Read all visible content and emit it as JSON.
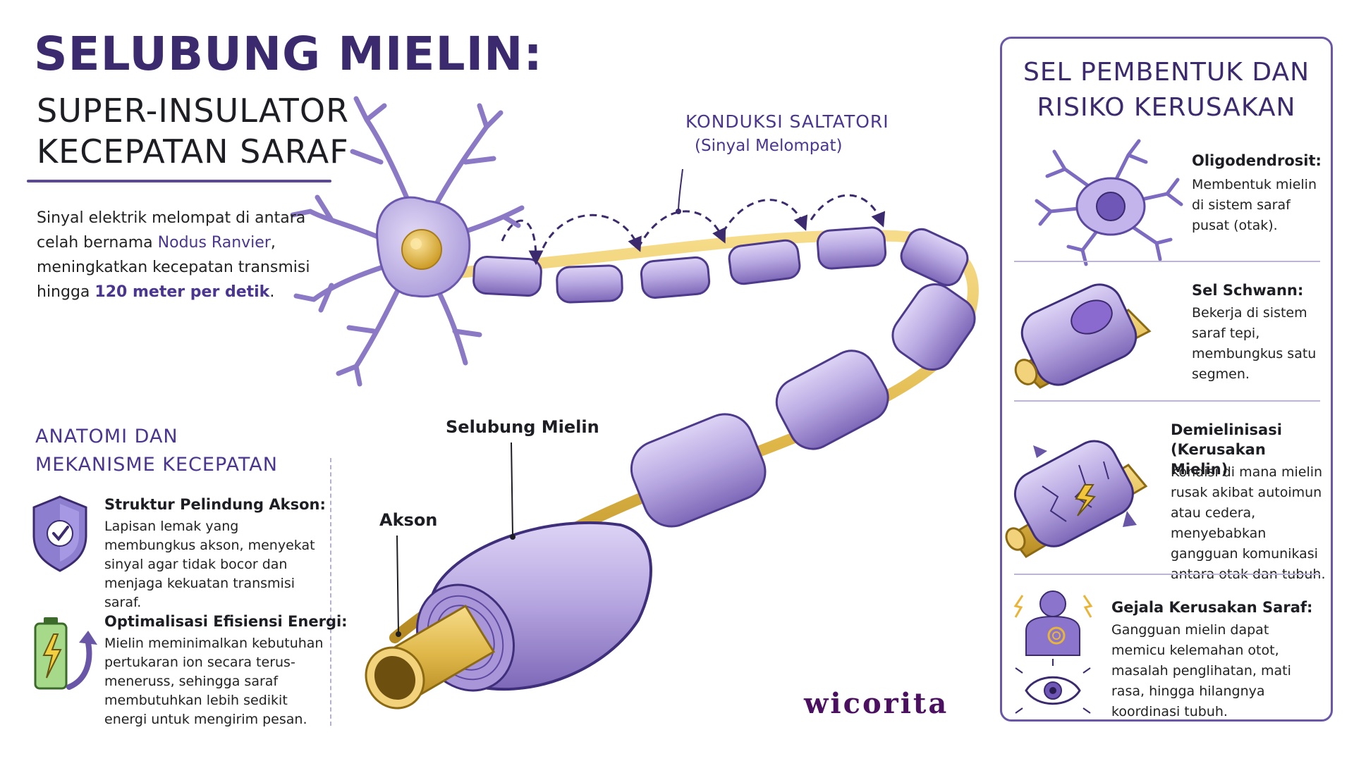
{
  "title": {
    "main": "SELUBUNG MIELIN:",
    "sub_line1": "SUPER-INSULATOR",
    "sub_line2": "KECEPATAN SARAF"
  },
  "intro": {
    "part1": "Sinyal elektrik melompat di antara celah bernama ",
    "highlight": "Nodus Ranvier",
    "part2": ", meningkatkan kecepatan transmisi hingga ",
    "highlight_bold": "120 meter per detik",
    "part3": "."
  },
  "diagram": {
    "conduction_label": "KONDUKSI SALTATORI",
    "conduction_sublabel": "(Sinyal Melompat)",
    "sheath_label": "Selubung Mielin",
    "axon_label": "Akson"
  },
  "anatomy": {
    "title_line1": "ANATOMI DAN",
    "title_line2": "MEKANISME KECEPATAN",
    "items": [
      {
        "icon": "shield-check-icon",
        "title": "Struktur Pelindung Akson:",
        "body": "Lapisan lemak yang membungkus akson, menyekat sinyal agar tidak bocor dan menjaga kekuatan transmisi saraf."
      },
      {
        "icon": "battery-energy-icon",
        "title": "Optimalisasi Efisiensi Energi:",
        "body": "Mielin meminimalkan kebutuhan pertukaran ion secara terus-meneruss, sehingga saraf membutuhkan lebih sedikit energi untuk mengirim pesan."
      }
    ]
  },
  "panel": {
    "title_line1": "SEL PEMBENTUK DAN",
    "title_line2": "RISIKO KERUSAKAN",
    "items": [
      {
        "icon": "oligodendrocyte-icon",
        "title": "Oligodendrosit:",
        "body": "Membentuk mielin di sistem saraf pusat (otak)."
      },
      {
        "icon": "schwann-cell-icon",
        "title": "Sel Schwann:",
        "body": "Bekerja di sistem saraf tepi, membungkus satu segmen."
      },
      {
        "icon": "damaged-myelin-icon",
        "title": "Demielinisasi (Kerusakan Mielin)",
        "body": "Kondisi di mana mielin rusak akibat autoimun atau cedera, menyebabkan gangguan komunikasi antara otak dan tubuh."
      },
      {
        "icon": "person-symptoms-icon",
        "title": "Gejala Kerusakan Saraf:",
        "body": "Gangguan mielin dapat memicu kelemahan otot, masalah penglihatan, mati rasa, hingga hilangnya koordinasi tubuh."
      }
    ]
  },
  "logo": "wicorita",
  "colors": {
    "myelin": "#b9a9e0",
    "myelin_dark": "#3c2a6e",
    "axon": "#e0b84a",
    "accent": "#4a3590"
  }
}
